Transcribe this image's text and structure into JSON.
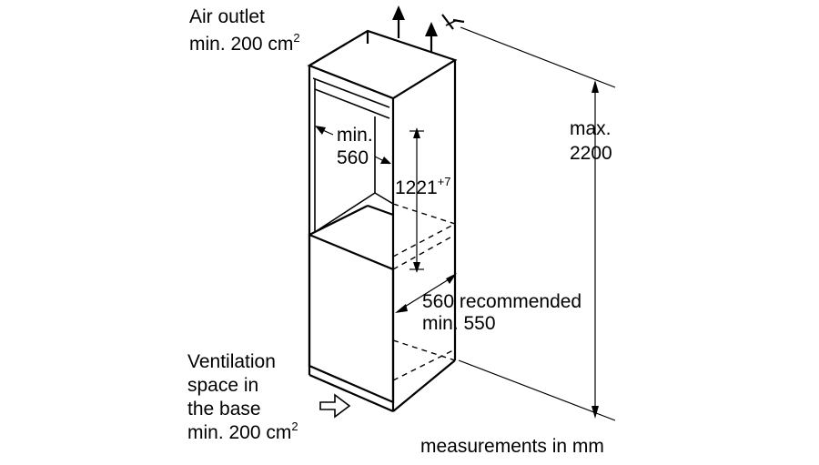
{
  "labels": {
    "air_outlet_line1": "Air outlet",
    "air_outlet_line2": "min. 200 cm",
    "air_outlet_sup": "2",
    "min_width_line1": "min.",
    "min_width_line2": "560",
    "niche_height": "1221",
    "niche_height_sup": "+7",
    "max_height_line1": "max.",
    "max_height_line2": "2200",
    "depth_line1": "560 recommended",
    "depth_line2": "min. 550",
    "vent_line1": "Ventilation",
    "vent_line2": "space in",
    "vent_line3": "the base",
    "vent_line4": "min. 200 cm",
    "vent_sup": "2",
    "units_note": "measurements in mm"
  },
  "icons": {
    "air_up_primary": "arrow-up-icon",
    "air_up_secondary": "arrow-up-icon",
    "air_in_base": "arrow-right-outline-icon",
    "dimension_arrow": "dimension-arrow-icon"
  },
  "colors": {
    "line": "#000000",
    "background": "#ffffff"
  }
}
